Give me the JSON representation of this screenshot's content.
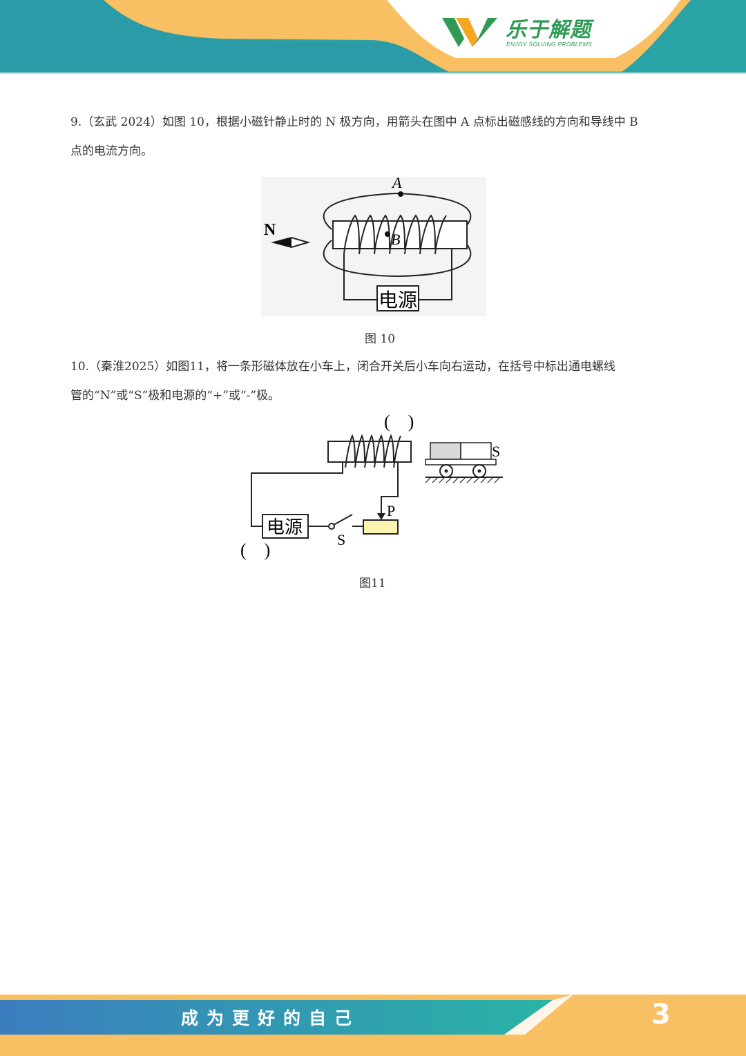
{
  "header": {
    "brand_name": "乐于解题",
    "brand_subtitle": "ENJOY SOLVING PROBLEMS",
    "colors": {
      "teal": "#2aa3a6",
      "orange": "#f9bf63",
      "green": "#2e9a53"
    }
  },
  "questions": [
    {
      "lines": [
        "9.（玄武 2024）如图 10，根据小磁针静止时的 N 极方向，用箭头在图中 A 点标出磁感线的方向和导线中 B",
        "点的电流方向。"
      ],
      "figure": {
        "caption": "图 10",
        "labels": {
          "point_a": "A",
          "point_b": "B",
          "needle_pole": "N",
          "power": "电源"
        }
      }
    },
    {
      "lines": [
        "10.（秦淮2025）如图11，将一条形磁体放在小车上，闭合开关后小车向右运动，在括号中标出通电螺线",
        "管的“N”或“S”极和电源的“+”或“-”极。"
      ],
      "figure": {
        "caption": "图11",
        "labels": {
          "bracket": "(　)",
          "magnet_pole": "S",
          "rheostat_slider": "P",
          "switch": "S",
          "power": "电源"
        }
      }
    }
  ],
  "footer": {
    "slogan": "成为更好的自己",
    "page_number": "3"
  }
}
